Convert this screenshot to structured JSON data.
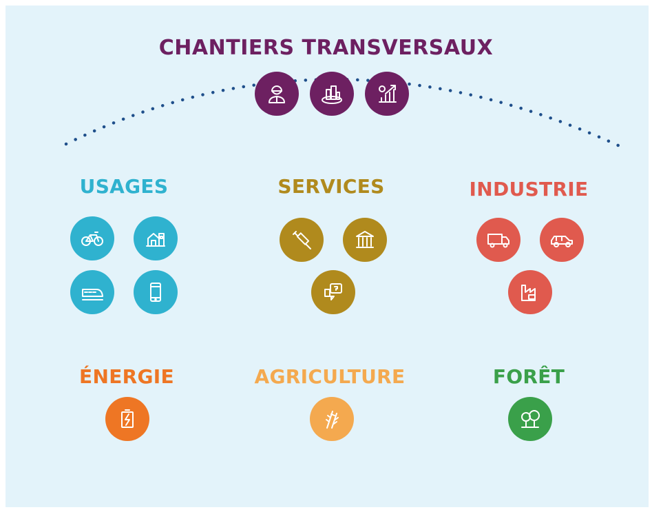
{
  "title": "CHANTIERS TRANSVERSAUX",
  "colors": {
    "background": "#e3f3fa",
    "transversal": "#6d2061",
    "arc_dots": "#1f4f8b",
    "usages": "#2fb2cf",
    "services": "#b08a1d",
    "industrie": "#e05a4e",
    "energie": "#ee7624",
    "agriculture": "#f4a94f",
    "foret": "#3aa04a"
  },
  "transversal_icons": [
    "worker-icon",
    "city-platform-icon",
    "chart-growth-icon"
  ],
  "sectors": {
    "usages": {
      "label": "USAGES",
      "icons": [
        "bicycle-icon",
        "house-icon",
        "train-icon",
        "smartphone-icon"
      ]
    },
    "services": {
      "label": "SERVICES",
      "icons": [
        "syringe-icon",
        "bank-building-icon",
        "chat-bubbles-icon"
      ]
    },
    "industrie": {
      "label": "INDUSTRIE",
      "icons": [
        "truck-icon",
        "car-icon",
        "factory-icon"
      ]
    },
    "energie": {
      "label": "ÉNERGIE",
      "icons": [
        "battery-bolt-icon"
      ]
    },
    "agriculture": {
      "label": "AGRICULTURE",
      "icons": [
        "wheat-icon"
      ]
    },
    "foret": {
      "label": "FORÊT",
      "icons": [
        "trees-icon"
      ]
    }
  }
}
